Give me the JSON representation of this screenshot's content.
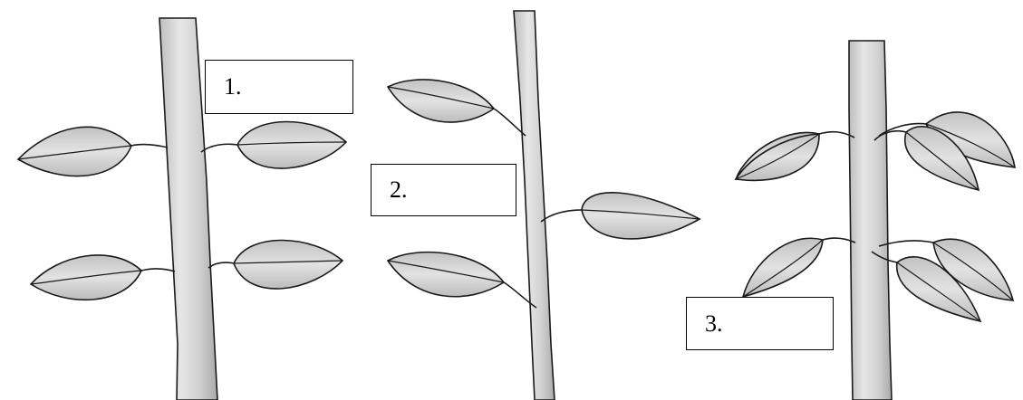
{
  "labels": {
    "box1": "1.",
    "box2": "2.",
    "box3": "3."
  },
  "colors": {
    "stroke": "#1a1a1a",
    "leaf_fill": "#d3d3d3",
    "stem_fill": "#dcdcdc",
    "box_border": "#000000"
  }
}
